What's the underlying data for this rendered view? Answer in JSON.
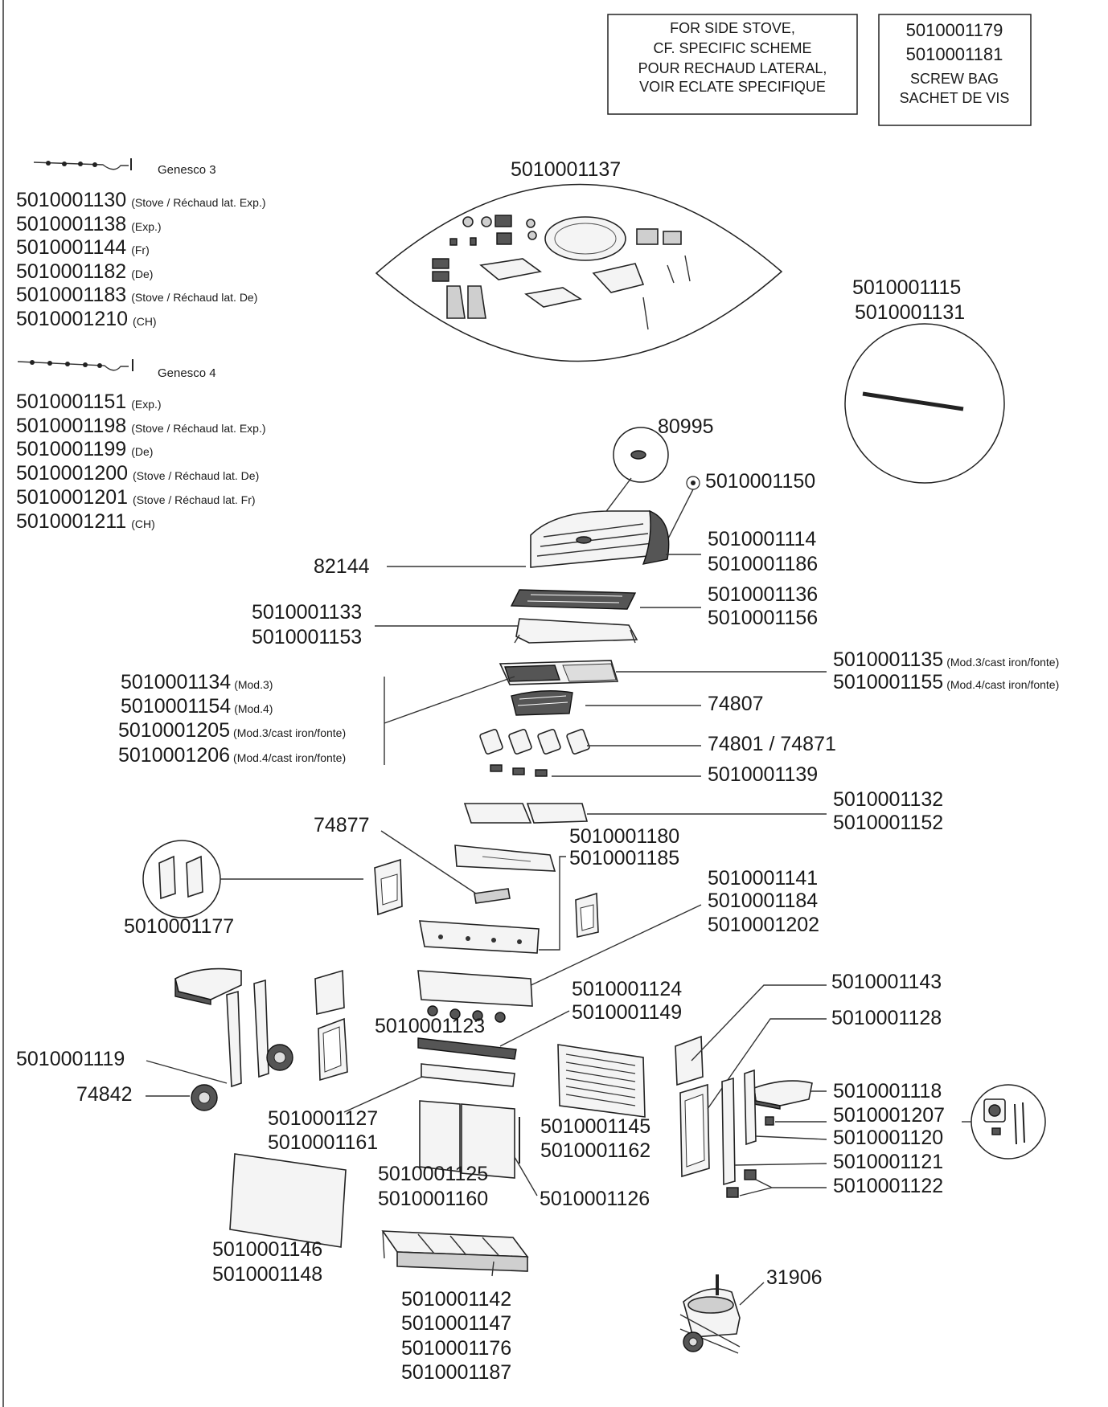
{
  "notes": {
    "side_stove": [
      "FOR SIDE STOVE,",
      "CF. SPECIFIC SCHEME",
      "POUR RECHAUD LATERAL,",
      "VOIR ECLATE SPECIFIQUE"
    ],
    "screw_bag": [
      "5010001179",
      "5010001181",
      "SCREW BAG",
      "SACHET DE VIS"
    ]
  },
  "genesco3": {
    "title": "Genesco 3",
    "items": [
      {
        "num": "5010001130",
        "sub": "(Stove / Réchaud lat. Exp.)"
      },
      {
        "num": "5010001138",
        "sub": "(Exp.)"
      },
      {
        "num": "5010001144",
        "sub": "(Fr)"
      },
      {
        "num": "5010001182",
        "sub": "(De)"
      },
      {
        "num": "5010001183",
        "sub": "(Stove / Réchaud lat. De)"
      },
      {
        "num": "5010001210",
        "sub": "(CH)"
      }
    ]
  },
  "genesco4": {
    "title": "Genesco 4",
    "items": [
      {
        "num": "5010001151",
        "sub": "(Exp.)"
      },
      {
        "num": "5010001198",
        "sub": "(Stove / Réchaud lat. Exp.)"
      },
      {
        "num": "5010001199",
        "sub": "(De)"
      },
      {
        "num": "5010001200",
        "sub": "(Stove / Réchaud lat. De)"
      },
      {
        "num": "5010001201",
        "sub": "(Stove / Réchaud lat. Fr)"
      },
      {
        "num": "5010001211",
        "sub": "(CH)"
      }
    ]
  },
  "labels": {
    "p5010001137": "5010001137",
    "p5010001115": "5010001115",
    "p5010001131": "5010001131",
    "p80995": "80995",
    "p5010001150": "5010001150",
    "p82144": "82144",
    "p5010001114": "5010001114",
    "p5010001186": "5010001186",
    "p5010001136": "5010001136",
    "p5010001156": "5010001156",
    "p5010001133": "5010001133",
    "p5010001153": "5010001153",
    "p5010001135": {
      "num": "5010001135",
      "sub": "(Mod.3/cast iron/fonte)"
    },
    "p5010001155": {
      "num": "5010001155",
      "sub": "(Mod.4/cast iron/fonte)"
    },
    "p5010001134": {
      "num": "5010001134",
      "sub": "(Mod.3)"
    },
    "p5010001154": {
      "num": "5010001154",
      "sub": "(Mod.4)"
    },
    "p5010001205": {
      "num": "5010001205",
      "sub": "(Mod.3/cast iron/fonte)"
    },
    "p5010001206": {
      "num": "5010001206",
      "sub": "(Mod.4/cast iron/fonte)"
    },
    "p74807": "74807",
    "p74801": "74801 / 74871",
    "p5010001139": "5010001139",
    "p5010001132": "5010001132",
    "p5010001152": "5010001152",
    "p74877": "74877",
    "p5010001180": "5010001180",
    "p5010001185": "5010001185",
    "p5010001141": "5010001141",
    "p5010001184": "5010001184",
    "p5010001202": "5010001202",
    "p5010001177": "5010001177",
    "p5010001143": "5010001143",
    "p5010001128": "5010001128",
    "p5010001124": "5010001124",
    "p5010001149": "5010001149",
    "p5010001123": "5010001123",
    "p5010001119": "5010001119",
    "p74842": "74842",
    "p5010001118": "5010001118",
    "p5010001207": "5010001207",
    "p5010001120": "5010001120",
    "p5010001121": "5010001121",
    "p5010001122": "5010001122",
    "p5010001127": "5010001127",
    "p5010001161": "5010001161",
    "p5010001145": "5010001145",
    "p5010001162": "5010001162",
    "p5010001125": "5010001125",
    "p5010001160": "5010001160",
    "p5010001126": "5010001126",
    "p5010001146": "5010001146",
    "p5010001148": "5010001148",
    "p31906": "31906",
    "p5010001142": "5010001142",
    "p5010001147": "5010001147",
    "p5010001176": "5010001176",
    "p5010001187": "5010001187"
  }
}
